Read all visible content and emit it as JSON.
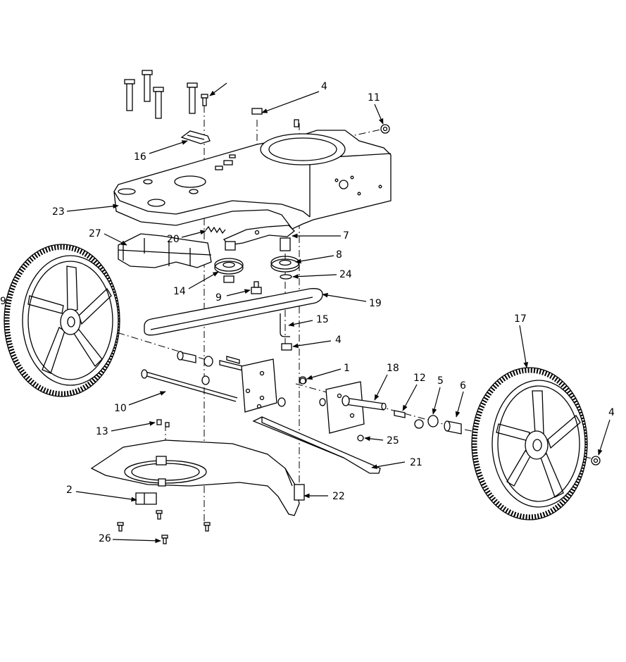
{
  "diagram": {
    "labels": {
      "l1": "1",
      "l2": "2",
      "l4a": "4",
      "l4b": "4",
      "l4c": "4",
      "l5": "5",
      "l6": "6",
      "l7": "7",
      "l8": "8",
      "l9": "9",
      "l10": "10",
      "l11": "11",
      "l12": "12",
      "l13": "13",
      "l14": "14",
      "l15": "15",
      "l16": "16",
      "l17": "17",
      "l18": "18",
      "l19": "19",
      "l20": "20",
      "l21": "21",
      "l22": "22",
      "l23": "23",
      "l24": "24",
      "l25": "25",
      "l26": "26",
      "l27": "27"
    }
  }
}
